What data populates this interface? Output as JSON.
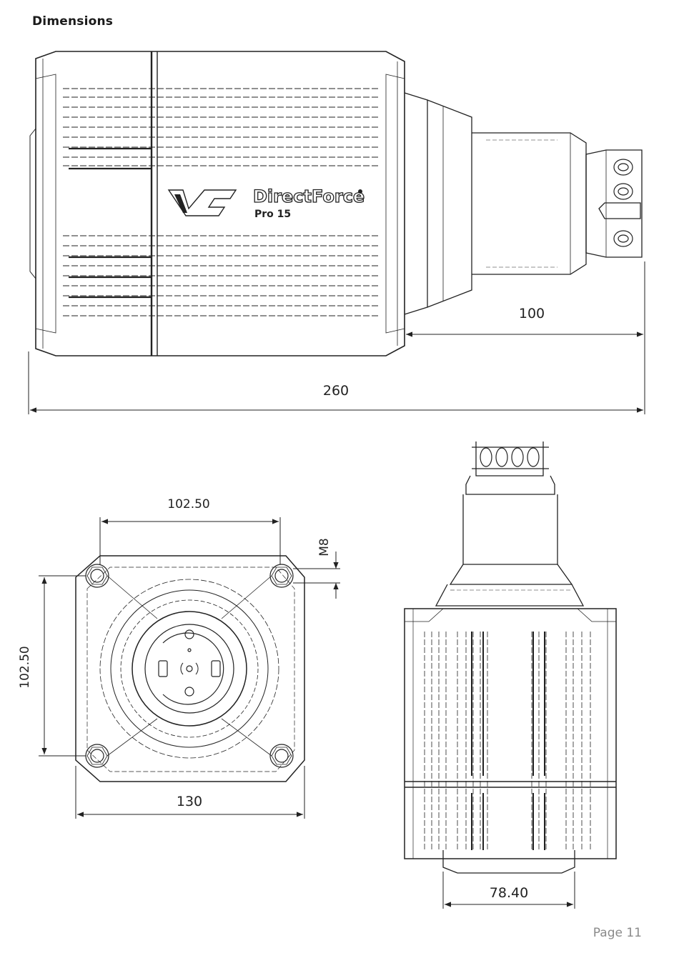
{
  "page": {
    "heading": "Dimensions",
    "page_number": "Page 11"
  },
  "logo": {
    "brand_name": "DirectForce",
    "model": "Pro 15"
  },
  "side_view": {
    "overall_length": "260",
    "shaft_length": "100"
  },
  "front_view": {
    "bolt_spacing_horizontal": "102.50",
    "bolt_spacing_vertical": "102.50",
    "bolt_size": "M8",
    "body_width": "130"
  },
  "top_view": {
    "base_width": "78.40"
  }
}
